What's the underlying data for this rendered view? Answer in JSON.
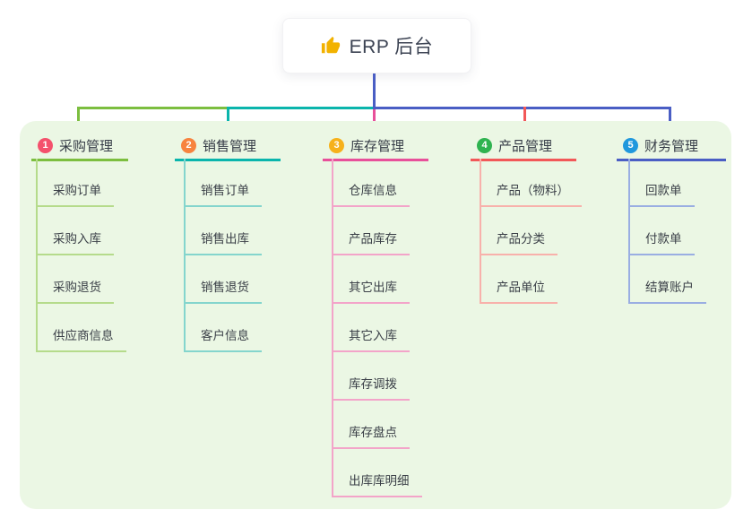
{
  "root": {
    "title": "ERP 后台",
    "icon": "thumbs-up-icon",
    "connector_color": "#4a5ec4"
  },
  "panel": {
    "background": "#ebf7e4"
  },
  "branches": [
    {
      "badge": "1",
      "label": "采购管理",
      "line_color": "#7cbe3f",
      "sub_line_color": "#b5db8b",
      "badge_color": "#f4516c",
      "items": [
        "采购订单",
        "采购入库",
        "采购退货",
        "供应商信息"
      ]
    },
    {
      "badge": "2",
      "label": "销售管理",
      "line_color": "#0ab5ac",
      "sub_line_color": "#84d5cd",
      "badge_color": "#f7833f",
      "items": [
        "销售订单",
        "销售出库",
        "销售退货",
        "客户信息"
      ]
    },
    {
      "badge": "3",
      "label": "库存管理",
      "line_color": "#e8509a",
      "sub_line_color": "#f3a4c9",
      "badge_color": "#f6b11b",
      "items": [
        "仓库信息",
        "产品库存",
        "其它出库",
        "其它入库",
        "库存调拨",
        "库存盘点",
        "出库库明细"
      ]
    },
    {
      "badge": "4",
      "label": "产品管理",
      "line_color": "#f25858",
      "sub_line_color": "#f8b1ab",
      "badge_color": "#2fb350",
      "items": [
        "产品（物料）",
        "产品分类",
        "产品单位"
      ]
    },
    {
      "badge": "5",
      "label": "财务管理",
      "line_color": "#4a5ec4",
      "sub_line_color": "#9aaee2",
      "badge_color": "#2098dd",
      "items": [
        "回款单",
        "付款单",
        "结算账户"
      ]
    }
  ],
  "colors": {
    "canvas_bg": "#ffffff",
    "text": "#3a3f47"
  }
}
